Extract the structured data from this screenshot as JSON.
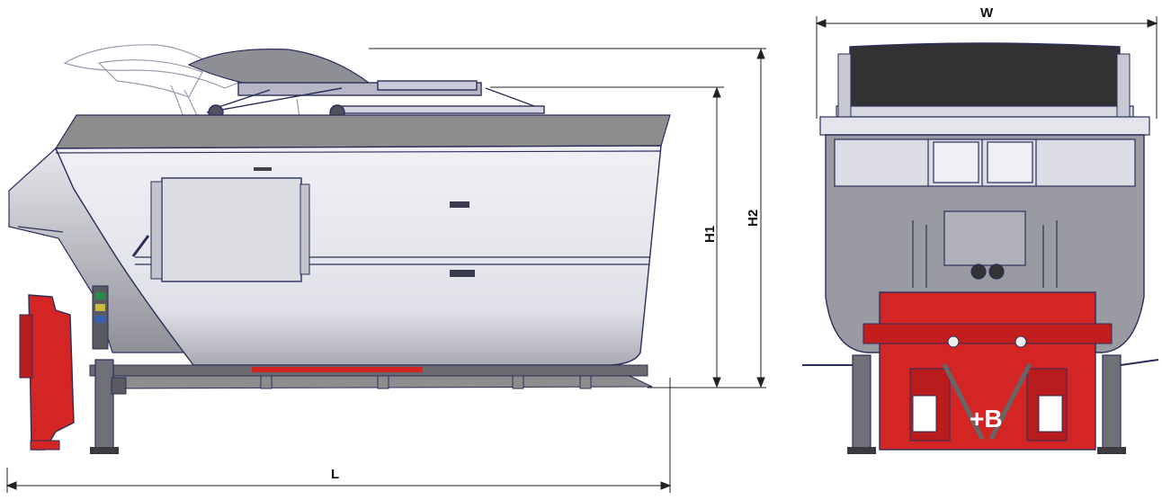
{
  "dimensions": {
    "length_label": "L",
    "width_label": "W",
    "height1_label": "H1",
    "height2_label": "H2"
  },
  "badge_text": "+B",
  "colors": {
    "body_fill": "#e3e3ea",
    "body_shade": "#b9b9c2",
    "rim": "#8d8d8d",
    "outline": "#2a2f5a",
    "frame_red": "#d42525",
    "dark": "#333337",
    "dim_line": "#222222"
  }
}
